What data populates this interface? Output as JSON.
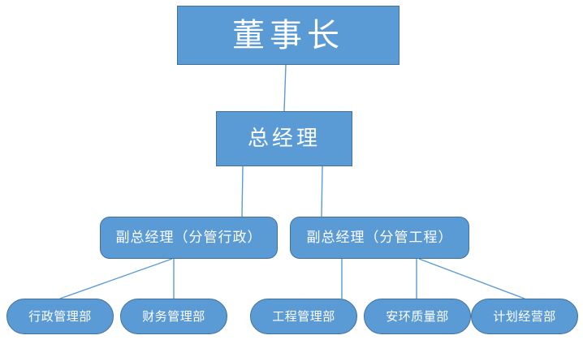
{
  "chart_data": {
    "type": "diagram",
    "diagram_type": "organization-chart",
    "title": "",
    "orientation": "top-down",
    "levels": 4,
    "node_fill_color": "#5B9BD5",
    "node_border_color": "#41719C",
    "node_text_color": "#FFFFFF",
    "connector_color": "#5B9BD5",
    "background_color": "#FFFFFF",
    "nodes": [
      {
        "id": "chairman",
        "label": "董事长",
        "level": 1,
        "shape": "rectangle",
        "parent": null
      },
      {
        "id": "gm",
        "label": "总经理",
        "level": 2,
        "shape": "rectangle",
        "parent": "chairman"
      },
      {
        "id": "deputy_admin",
        "label": "副总经理（分管行政）",
        "level": 3,
        "shape": "rounded-rectangle",
        "parent": "gm"
      },
      {
        "id": "deputy_eng",
        "label": "副总经理（分管工程）",
        "level": 3,
        "shape": "rounded-rectangle",
        "parent": "gm"
      },
      {
        "id": "dept_admin",
        "label": "行政管理部",
        "level": 4,
        "shape": "stadium",
        "parent": "deputy_admin"
      },
      {
        "id": "dept_finance",
        "label": "财务管理部",
        "level": 4,
        "shape": "stadium",
        "parent": "deputy_admin"
      },
      {
        "id": "dept_eng",
        "label": "工程管理部",
        "level": 4,
        "shape": "stadium",
        "parent": "deputy_eng"
      },
      {
        "id": "dept_safety",
        "label": "安环质量部",
        "level": 4,
        "shape": "stadium",
        "parent": "deputy_eng"
      },
      {
        "id": "dept_plan",
        "label": "计划经营部",
        "level": 4,
        "shape": "stadium",
        "parent": "deputy_eng"
      }
    ],
    "edges": [
      {
        "from": "chairman",
        "to": "gm"
      },
      {
        "from": "gm",
        "to": "deputy_admin"
      },
      {
        "from": "gm",
        "to": "deputy_eng"
      },
      {
        "from": "deputy_admin",
        "to": "dept_admin"
      },
      {
        "from": "deputy_admin",
        "to": "dept_finance"
      },
      {
        "from": "deputy_eng",
        "to": "dept_eng"
      },
      {
        "from": "deputy_eng",
        "to": "dept_safety"
      },
      {
        "from": "deputy_eng",
        "to": "dept_plan"
      }
    ]
  },
  "chart": {
    "chairman": "董事长",
    "general_manager": "总经理",
    "deputy_admin": "副总经理（分管行政）",
    "deputy_engineering": "副总经理（分管工程）",
    "departments": {
      "administration": "行政管理部",
      "finance": "财务管理部",
      "engineering": "工程管理部",
      "safety_quality": "安环质量部",
      "planning": "计划经营部"
    }
  }
}
